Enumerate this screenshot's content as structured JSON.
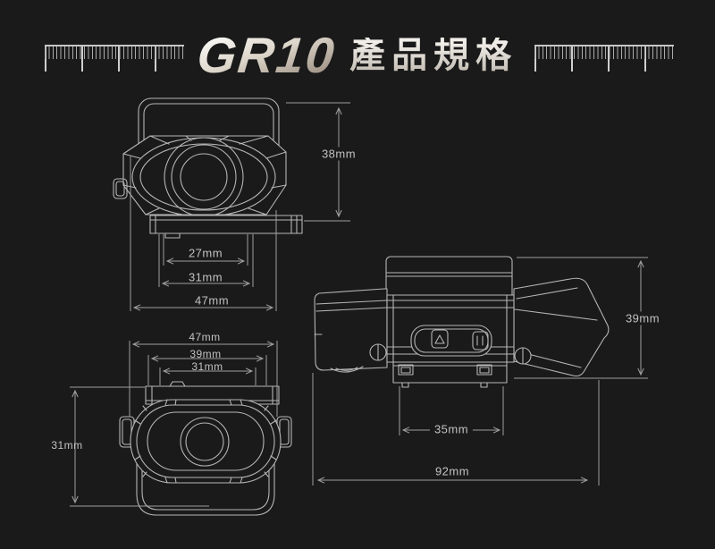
{
  "title": {
    "product": "GR10",
    "spec": "產品規格"
  },
  "views": {
    "front": {
      "name": "front view with mount bracket",
      "dims": {
        "height": "38mm",
        "lens_width": "27mm",
        "inner_width": "31mm",
        "total_width": "47mm"
      }
    },
    "rear": {
      "name": "rear view",
      "dims": {
        "total_width": "47mm",
        "mid_width": "39mm",
        "inner_width": "31mm",
        "height": "31mm"
      }
    },
    "side": {
      "name": "top/side view",
      "dims": {
        "height": "39mm",
        "mount_width": "35mm",
        "total_length": "92mm"
      }
    }
  },
  "icons": {
    "sd_card": "sd-card-eject-icon",
    "usb_port": "usb-port-icon",
    "rulers": "ruler-tick-decoration"
  },
  "colors": {
    "background": "#1a1a1a",
    "drawing_line": "#b5b5b5",
    "dimension_line": "#9f9f9f",
    "label_text": "#c2c2c2",
    "title_gradient_top": "#fdfcfa",
    "title_gradient_mid": "#dcd5c9",
    "title_gradient_bottom": "#94887a"
  }
}
